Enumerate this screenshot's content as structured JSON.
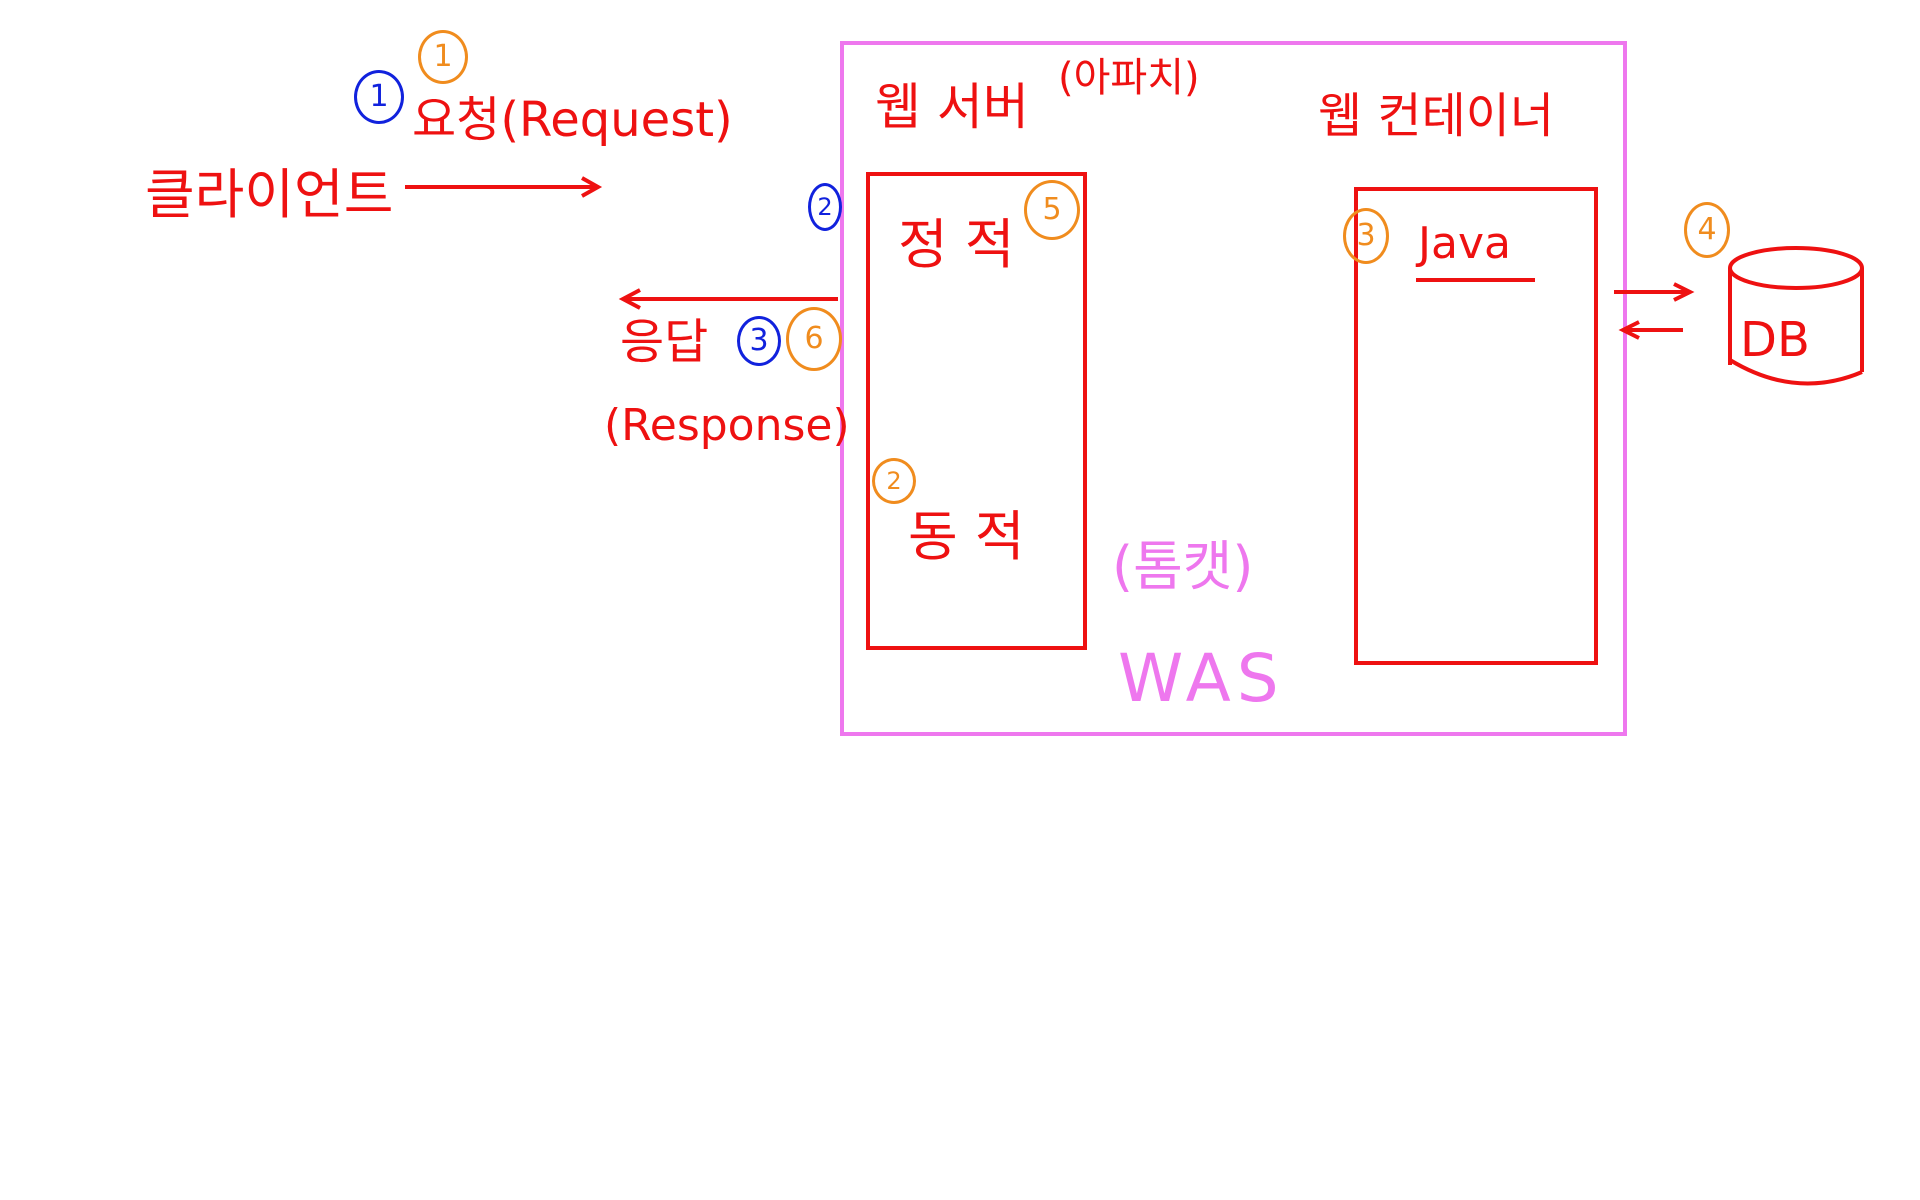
{
  "client": {
    "label": "클라이언트"
  },
  "request": {
    "label": "요청(Request)",
    "steps": [
      "1",
      "1"
    ]
  },
  "response": {
    "label": "응답",
    "label_en": "(Response)",
    "steps": [
      "3",
      "6"
    ]
  },
  "was": {
    "container_label": "(톰캣)",
    "label": "WAS"
  },
  "web_server": {
    "label": "웹 서버",
    "sub_label": "(아파치)",
    "step": "2"
  },
  "static": {
    "label": "정 적",
    "step": "5"
  },
  "dynamic": {
    "label": "동 적",
    "step": "2"
  },
  "web_container": {
    "label": "웹 컨테이너",
    "step": "3"
  },
  "java": {
    "label": "Java"
  },
  "db": {
    "label": "DB",
    "step": "4"
  },
  "colors": {
    "red": "#ee1111",
    "pink": "#ee77ee",
    "orange": "#f08c1e",
    "blue": "#1122dd"
  }
}
